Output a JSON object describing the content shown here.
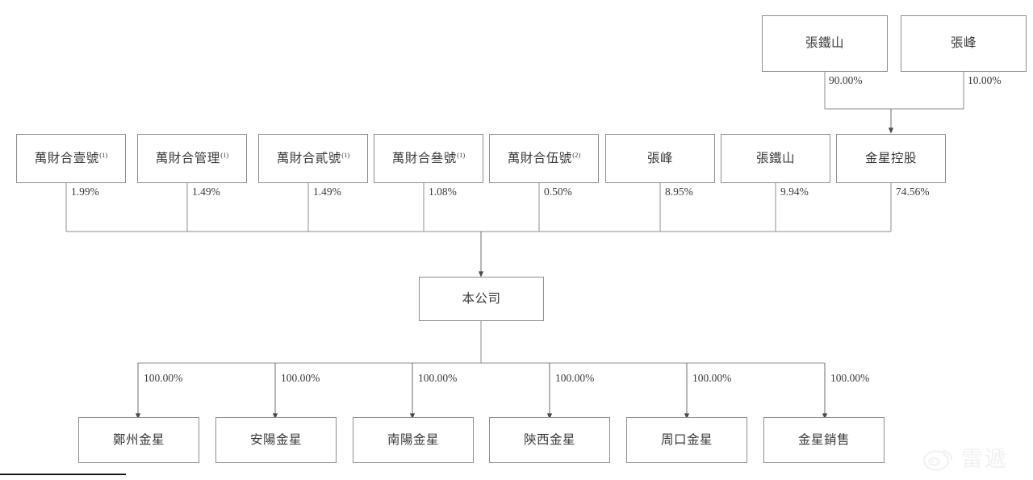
{
  "diagram": {
    "type": "org-ownership-chart",
    "watermark": {
      "text": "雷遞",
      "icon": "weibo-logo-icon"
    },
    "nodes": {
      "top": [
        {
          "id": "zhang-tieshan-top",
          "label": "張鐵山"
        },
        {
          "id": "zhang-feng-top",
          "label": "張峰"
        }
      ],
      "middle": [
        {
          "id": "wancaihe-yihao",
          "label": "萬財合壹號",
          "superscript": "(1)"
        },
        {
          "id": "wancaihe-guanli",
          "label": "萬財合管理",
          "superscript": "(1)"
        },
        {
          "id": "wancaihe-erhao",
          "label": "萬財合貳號",
          "superscript": "(1)"
        },
        {
          "id": "wancaihe-sanhao",
          "label": "萬財合叄號",
          "superscript": "(1)"
        },
        {
          "id": "wancaihe-wuhao",
          "label": "萬財合伍號",
          "superscript": "(2)"
        },
        {
          "id": "zhang-feng-mid",
          "label": "張峰",
          "superscript": ""
        },
        {
          "id": "zhang-tieshan-mid",
          "label": "張鐵山",
          "superscript": ""
        },
        {
          "id": "jinxing-konggu",
          "label": "金星控股",
          "superscript": ""
        }
      ],
      "center": {
        "id": "ben-gongsi",
        "label": "本公司"
      },
      "bottom": [
        {
          "id": "zhengzhou-jinxing",
          "label": "鄭州金星"
        },
        {
          "id": "anyang-jinxing",
          "label": "安陽金星"
        },
        {
          "id": "nanyang-jinxing",
          "label": "南陽金星"
        },
        {
          "id": "shaanxi-jinxing",
          "label": "陝西金星"
        },
        {
          "id": "zhoukou-jinxing",
          "label": "周口金星"
        },
        {
          "id": "jinxing-xiaoshou",
          "label": "金星銷售"
        }
      ]
    },
    "edge_labels": {
      "top": [
        "90.00%",
        "10.00%"
      ],
      "middle": [
        "1.99%",
        "1.49%",
        "1.49%",
        "1.08%",
        "0.50%",
        "8.95%",
        "9.94%",
        "74.56%"
      ],
      "bottom": [
        "100.00%",
        "100.00%",
        "100.00%",
        "100.00%",
        "100.00%",
        "100.00%"
      ]
    },
    "colors": {
      "box_border": "#8e8e8e",
      "edge_line": "#8e8e8e",
      "text": "#3a3a3a",
      "background": "#ffffff",
      "footnote_rule": "#1a1a1a"
    }
  }
}
